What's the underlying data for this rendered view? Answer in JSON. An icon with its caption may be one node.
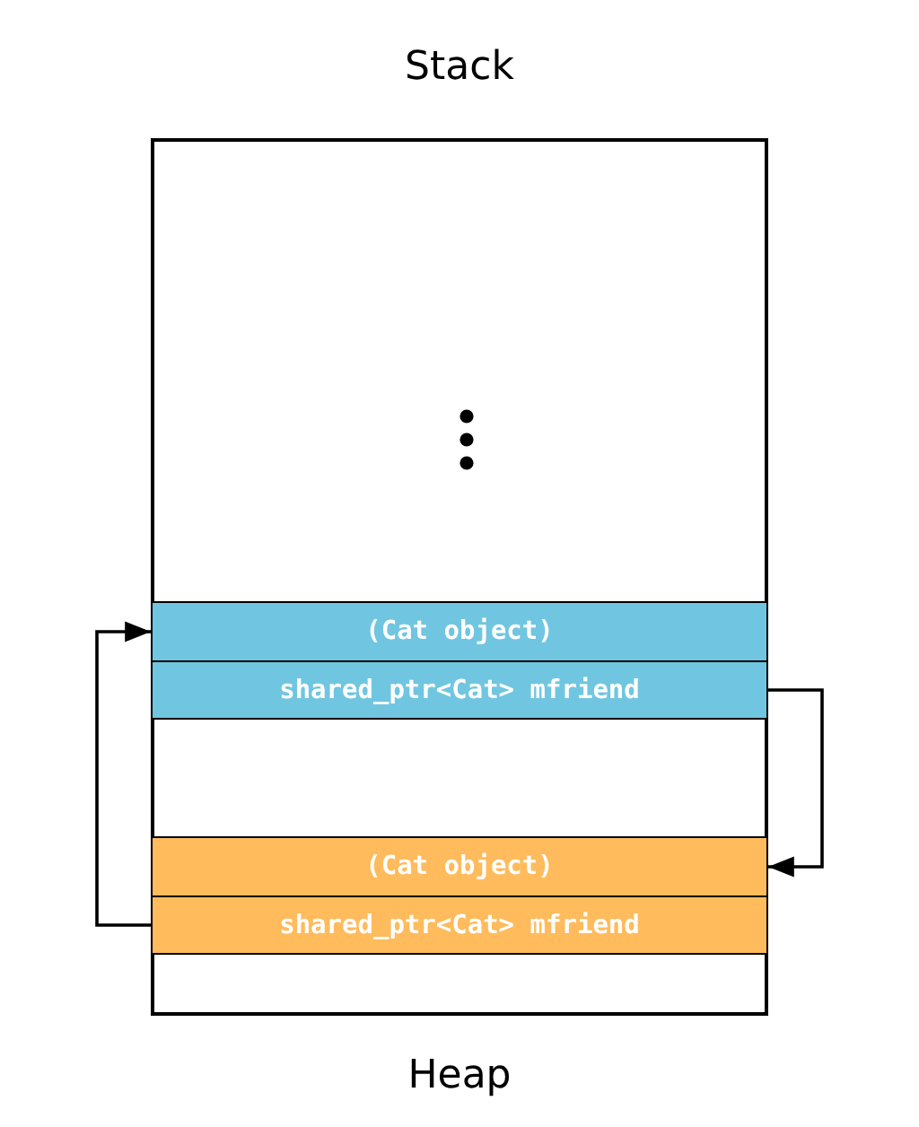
{
  "diagram": {
    "nodes": [
      {
        "text": [
          "Stack",
          "Heap"
        ]
      },
      {
        "text": [
          "(Cat object)"
        ],
        "in": 0
      },
      {
        "text": [
          "shared_ptr<Cat> mfriend"
        ],
        "in": 0
      },
      {
        "text": [
          "(Cat object)"
        ],
        "in": 0
      },
      {
        "text": [
          "shared_ptr<Cat> mfriend"
        ],
        "in": 0
      }
    ],
    "edges": [
      {
        "from": 2,
        "to": 3,
        "arrow": "to"
      },
      {
        "from": 4,
        "to": 1,
        "arrow": "to"
      }
    ]
  }
}
